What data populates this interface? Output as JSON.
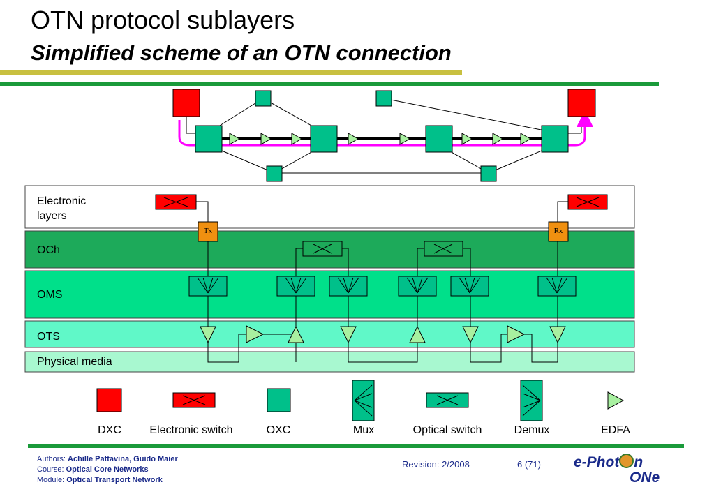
{
  "title": "OTN protocol sublayers",
  "subtitle": "Simplified scheme of an OTN connection",
  "layers": {
    "electronic": "Electronic\nlayers",
    "och": "OCh",
    "oms": "OMS",
    "ots": "OTS",
    "physical": "Physical media"
  },
  "nodes": {
    "tx": "Tx",
    "rx": "Rx"
  },
  "legend": {
    "dxc": "DXC",
    "electronic_switch": "Electronic switch",
    "oxc": "OXC",
    "mux": "Mux",
    "optical_switch": "Optical switch",
    "demux": "Demux",
    "edfa": "EDFA"
  },
  "footer": {
    "authors_label": "Authors:",
    "authors": "Achille Pattavina, Guido Maier",
    "course_label": "Course:",
    "course": "Optical Core Networks",
    "module_label": "Module:",
    "module": "Optical Transport Network",
    "revision": "Revision: 2/2008",
    "page": "6 (71)"
  },
  "logo": {
    "line1": "e-Phot",
    "line1b": "n",
    "line2": "ONe"
  },
  "colors": {
    "dxc": "#ff0000",
    "oxc": "#00c08a",
    "och_band": "#1daa5a",
    "oms_band": "#00e08a",
    "ots_band": "#60f8c8",
    "physical_band": "#a8f8d0",
    "edfa": "#a8f0a0",
    "tx_rx": "#f09010",
    "magenta_path": "#ff00ff",
    "title_rule_olive": "#c8c040",
    "title_rule_green": "#1a9a3a"
  }
}
